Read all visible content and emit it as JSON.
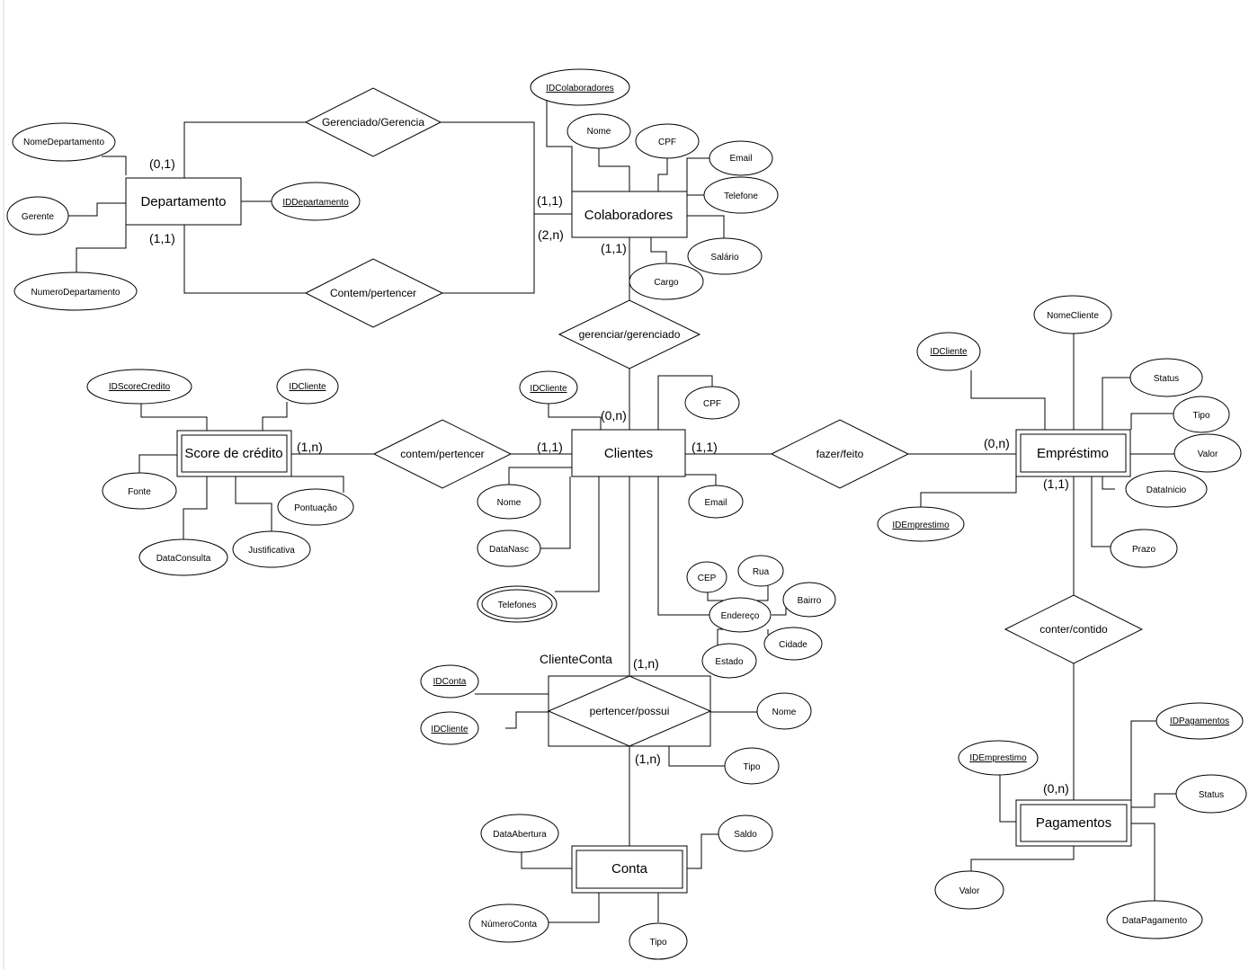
{
  "entities": {
    "departamento": "Departamento",
    "colaboradores": "Colaboradores",
    "clientes": "Clientes",
    "score": "Score de crédito",
    "emprestimo": "Empréstimo",
    "pagamentos": "Pagamentos",
    "conta": "Conta"
  },
  "relationships": {
    "gerenciado_gerencia": "Gerenciado/Gerencia",
    "contem_pertencer_dep": "Contem/pertencer",
    "gerenciar_gerenciado": "gerenciar/gerenciado",
    "contem_pertencer_score": "contem/pertencer",
    "fazer_feito": "fazer/feito",
    "conter_contido": "conter/contido",
    "pertencer_possui": "pertencer/possui"
  },
  "associative_label": "ClienteConta",
  "attributes": {
    "nome_departamento": "NomeDepartamento",
    "gerente": "Gerente",
    "numero_departamento": "NumeroDepartamento",
    "id_departamento": "IDDepartamento",
    "id_colaboradores": "IDColaboradores",
    "colab_nome": "Nome",
    "colab_cpf": "CPF",
    "colab_email": "Email",
    "colab_telefone": "Telefone",
    "colab_salario": "Salário",
    "colab_cargo": "Cargo",
    "score_id": "IDScoreCredito",
    "score_idcliente": "IDCliente",
    "score_fonte": "Fonte",
    "score_pontuacao": "Pontuação",
    "score_justificativa": "Justificativa",
    "score_dataconsulta": "DataConsulta",
    "cli_idcliente": "IDCliente",
    "cli_cpf": "CPF",
    "cli_nome": "Nome",
    "cli_datanasc": "DataNasc",
    "cli_telefones": "Telefones",
    "cli_email": "Email",
    "cli_endereco": "Endereço",
    "cli_cep": "CEP",
    "cli_rua": "Rua",
    "cli_bairro": "Bairro",
    "cli_cidade": "Cidade",
    "cli_estado": "Estado",
    "emp_nomecliente": "NomeCliente",
    "emp_idcliente": "IDCliente",
    "emp_status": "Status",
    "emp_tipo": "Tipo",
    "emp_valor": "Valor",
    "emp_datainicio": "DataInicio",
    "emp_prazo": "Prazo",
    "emp_idemprestimo": "IDEmprestimo",
    "pag_idpagamentos": "IDPagamentos",
    "pag_idemprestimo": "IDEmprestimo",
    "pag_status": "Status",
    "pag_valor": "Valor",
    "pag_datapagamento": "DataPagamento",
    "cc_idconta": "IDConta",
    "cc_idcliente": "IDCliente",
    "cc_nome": "Nome",
    "cc_tipo": "Tipo",
    "conta_dataabertura": "DataAbertura",
    "conta_saldo": "Saldo",
    "conta_numeroconta": "NúmeroConta",
    "conta_tipo": "Tipo"
  },
  "cardinalities": {
    "dep_top": "(0,1)",
    "dep_bottom": "(1,1)",
    "colab_left_top": "(1,1)",
    "colab_left_bottom": "(2,n)",
    "colab_bottom": "(1,1)",
    "cli_top": "(0,n)",
    "cli_left": "(1,1)",
    "cli_right": "(1,1)",
    "score_right": "(1,n)",
    "emp_left": "(0,n)",
    "emp_bottom": "(1,1)",
    "pag_top": "(0,n)",
    "cc_top": "(1,n)",
    "cc_bottom": "(1,n)"
  }
}
